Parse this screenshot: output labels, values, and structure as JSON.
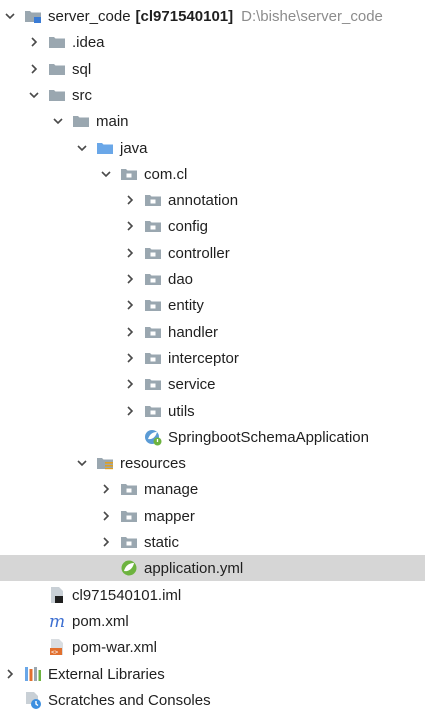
{
  "project": {
    "name": "server_code",
    "module_tag": "[cl971540101]",
    "path": "D:\\bishe\\server_code"
  },
  "tree": [
    {
      "label": "server_code",
      "name": "tree-item-server-code",
      "depth": 0,
      "expand": "open",
      "icon": "module-folder-icon",
      "bold_suffix": true
    },
    {
      "label": ".idea",
      "name": "tree-item-idea",
      "depth": 1,
      "expand": "closed",
      "icon": "folder-icon"
    },
    {
      "label": "sql",
      "name": "tree-item-sql",
      "depth": 1,
      "expand": "closed",
      "icon": "folder-icon"
    },
    {
      "label": "src",
      "name": "tree-item-src",
      "depth": 1,
      "expand": "open",
      "icon": "folder-icon"
    },
    {
      "label": "main",
      "name": "tree-item-main",
      "depth": 2,
      "expand": "open",
      "icon": "folder-icon"
    },
    {
      "label": "java",
      "name": "tree-item-java",
      "depth": 3,
      "expand": "open",
      "icon": "source-folder-icon"
    },
    {
      "label": "com.cl",
      "name": "tree-item-com-cl",
      "depth": 4,
      "expand": "open",
      "icon": "package-icon"
    },
    {
      "label": "annotation",
      "name": "tree-item-annotation",
      "depth": 5,
      "expand": "closed",
      "icon": "package-icon"
    },
    {
      "label": "config",
      "name": "tree-item-config",
      "depth": 5,
      "expand": "closed",
      "icon": "package-icon"
    },
    {
      "label": "controller",
      "name": "tree-item-controller",
      "depth": 5,
      "expand": "closed",
      "icon": "package-icon"
    },
    {
      "label": "dao",
      "name": "tree-item-dao",
      "depth": 5,
      "expand": "closed",
      "icon": "package-icon"
    },
    {
      "label": "entity",
      "name": "tree-item-entity",
      "depth": 5,
      "expand": "closed",
      "icon": "package-icon"
    },
    {
      "label": "handler",
      "name": "tree-item-handler",
      "depth": 5,
      "expand": "closed",
      "icon": "package-icon"
    },
    {
      "label": "interceptor",
      "name": "tree-item-interceptor",
      "depth": 5,
      "expand": "closed",
      "icon": "package-icon"
    },
    {
      "label": "service",
      "name": "tree-item-service",
      "depth": 5,
      "expand": "closed",
      "icon": "package-icon"
    },
    {
      "label": "utils",
      "name": "tree-item-utils",
      "depth": 5,
      "expand": "closed",
      "icon": "package-icon"
    },
    {
      "label": "SpringbootSchemaApplication",
      "name": "tree-item-springboot-app",
      "depth": 5,
      "expand": "none",
      "icon": "spring-boot-class-icon"
    },
    {
      "label": "resources",
      "name": "tree-item-resources",
      "depth": 3,
      "expand": "open",
      "icon": "resources-folder-icon"
    },
    {
      "label": "manage",
      "name": "tree-item-manage",
      "depth": 4,
      "expand": "closed",
      "icon": "package-icon"
    },
    {
      "label": "mapper",
      "name": "tree-item-mapper",
      "depth": 4,
      "expand": "closed",
      "icon": "package-icon"
    },
    {
      "label": "static",
      "name": "tree-item-static",
      "depth": 4,
      "expand": "closed",
      "icon": "package-icon"
    },
    {
      "label": "application.yml",
      "name": "tree-item-application-yml",
      "depth": 4,
      "expand": "none",
      "icon": "spring-yml-icon",
      "selected": true
    },
    {
      "label": "cl971540101.iml",
      "name": "tree-item-iml",
      "depth": 1,
      "expand": "none",
      "icon": "iml-file-icon"
    },
    {
      "label": "pom.xml",
      "name": "tree-item-pom",
      "depth": 1,
      "expand": "none",
      "icon": "maven-icon"
    },
    {
      "label": "pom-war.xml",
      "name": "tree-item-pom-war",
      "depth": 1,
      "expand": "none",
      "icon": "xml-file-icon"
    },
    {
      "label": "External Libraries",
      "name": "tree-item-external-libraries",
      "depth": 0,
      "expand": "closed",
      "icon": "libraries-icon"
    },
    {
      "label": "Scratches and Consoles",
      "name": "tree-item-scratches",
      "depth": 0,
      "expand": "none",
      "icon": "scratches-icon"
    }
  ],
  "colors": {
    "folder": "#9aa7b0",
    "source_folder": "#6aa7e8",
    "package": "#9aa7b0",
    "selection": "#d6d6d6",
    "arrow": "#4a4a4a",
    "spring_green": "#6db33f",
    "path_hint": "#8c8c8c"
  }
}
